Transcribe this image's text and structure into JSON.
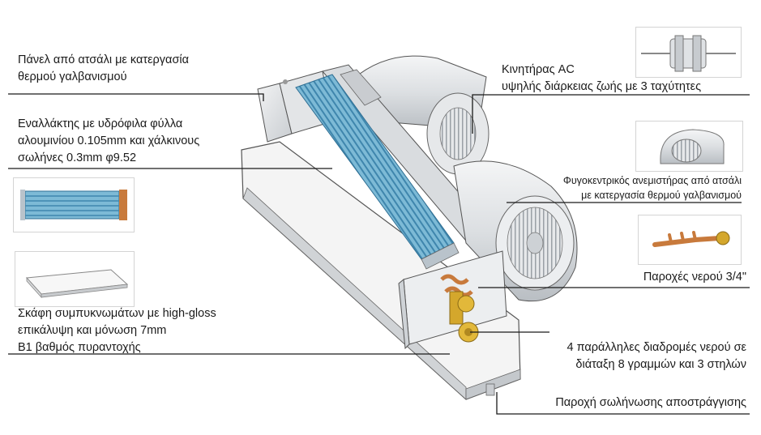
{
  "labels": {
    "panel": [
      "Πάνελ από ατσάλι με κατεργασία",
      "θερμού γαλβανισμού"
    ],
    "exchanger": [
      "Εναλλάκτης με υδρόφιλα φύλλα",
      "αλουμινίου 0.105mm και χάλκινους",
      "σωλήνες 0.3mm φ9.52"
    ],
    "drain_pan": [
      "Σκάφη συμπυκνωμάτων με high-gloss",
      "επικάλυψη και μόνωση 7mm",
      "B1 βαθμός πυραντοχής"
    ],
    "motor": [
      "Κινητήρας AC",
      "υψηλής διάρκειας ζωής με 3 ταχύτητες"
    ],
    "fan": [
      "Φυγοκεντρικός ανεμιστήρας από ατσάλι",
      "με κατεργασία θερμού γαλβανισμού"
    ],
    "water_connections": [
      "Παροχές νερού 3/4\""
    ],
    "water_paths": [
      "4 παράλληλες διαδρομές νερού σε",
      "διάταξη 8 γραμμών και 3 στηλών"
    ],
    "drain_pipe": [
      "Παροχή σωλήνωσης αποστράγγισης"
    ]
  },
  "colors": {
    "leader_line": "#1a1a1a",
    "coil_fin": "#5fa8c8",
    "copper": "#c87a3c",
    "brass": "#d4a72c",
    "steel": "#d9dcdf"
  },
  "icons": [
    "motor-thumbnail",
    "blower-thumbnail",
    "heat-exchanger-thumbnail",
    "drain-pan-thumbnail",
    "copper-pipe-thumbnail"
  ]
}
